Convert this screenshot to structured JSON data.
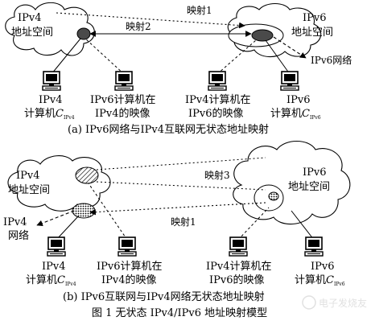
{
  "panel_a": {
    "ipv4_space": [
      "IPv4",
      "地址空间"
    ],
    "ipv6_space": [
      "IPv6",
      "地址空间"
    ],
    "mapping1": "映射1",
    "mapping2": "映射2",
    "ipv6_net": "IPv6网络",
    "computers": [
      {
        "l1": "IPv4",
        "l2": "计算机",
        "sym": "C",
        "sub": "IPv4"
      },
      {
        "l1": "IPv6计算机在",
        "l2": "IPv4的映像"
      },
      {
        "l1": "IPv4计算机在",
        "l2": "IPv6的映像"
      },
      {
        "l1": "IPv6",
        "l2": "计算机",
        "sym": "C",
        "sub": "IPv6"
      }
    ],
    "caption": "(a) IPv6网络与IPv4互联网无状态地址映射"
  },
  "panel_b": {
    "ipv4_space": [
      "IPv4",
      "地址空间"
    ],
    "ipv6_space": [
      "IPv6",
      "地址空间"
    ],
    "mapping3": "映射3",
    "mapping1": "映射1",
    "ipv4_net": [
      "IPv4",
      "网络"
    ],
    "computers": [
      {
        "l1": "IPv4",
        "l2": "计算机",
        "sym": "C",
        "sub": "IPv4"
      },
      {
        "l1": "IPv6计算机在",
        "l2": "IPv4的映像"
      },
      {
        "l1": "IPv4计算机在",
        "l2": "IPv6的映像"
      },
      {
        "l1": "IPv6",
        "l2": "计算机",
        "sym": "C",
        "sub": "IPv6"
      }
    ],
    "caption": "(b) IPv6互联网与IPv4网络无状态地址映射"
  },
  "figure_caption": "图 1    无状态 IPv4/IPv6 地址映射模型",
  "watermark": "电子发烧友"
}
